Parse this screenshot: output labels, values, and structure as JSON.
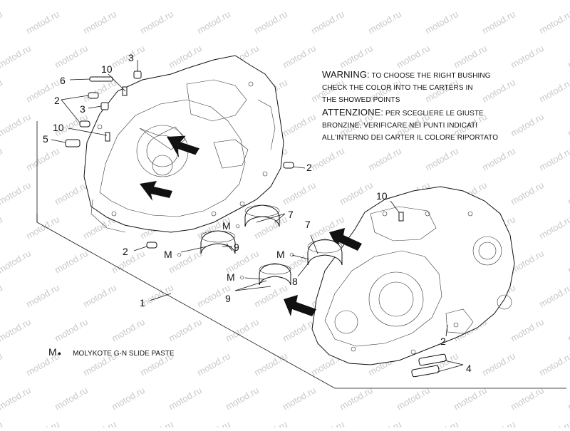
{
  "watermark": "motod.ru",
  "warning": {
    "heading_en": "WARNING:",
    "line1_en": "TO CHOOSE THE RIGHT BUSHING",
    "line2_en": "CHECK THE COLOR INTO THE CARTERS IN",
    "line3_en": "THE SHOWED POINTS",
    "heading_it": "ATTENZIONE:",
    "line1_it": "PER SCEGLIERE LE GIUSTE",
    "line2_it": "BRONZINE, VERIFICARE NEI PUNTI INDICATI",
    "line3_it": "ALL'INTERNO DEI CARTER IL COLORE RIPORTATO"
  },
  "legend": {
    "symbol": "M",
    "text": "MOLYKOTE G-N SLIDE PASTE"
  },
  "callouts": {
    "c1": "1",
    "c2a": "2",
    "c2b": "2",
    "c2c": "2",
    "c2d": "2",
    "c3a": "3",
    "c3b": "3",
    "c4": "4",
    "c5": "5",
    "c6": "6",
    "c7a": "7",
    "c7b": "7",
    "c8": "8",
    "c9a": "9",
    "c9b": "9",
    "c10a": "10",
    "c10b": "10",
    "c10c": "10"
  },
  "lube_marks": {
    "m1": "M",
    "m2": "M",
    "m3": "M",
    "m4": "M"
  }
}
